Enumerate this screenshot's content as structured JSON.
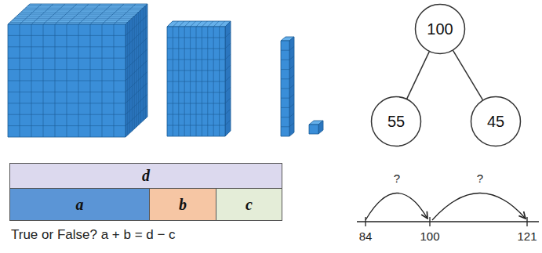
{
  "diagram": {
    "nodes": [
      {
        "text": [
          "100"
        ]
      },
      {
        "text": [
          "55"
        ]
      },
      {
        "text": [
          "45"
        ]
      },
      {
        "text": [
          "d"
        ]
      },
      {
        "text": [
          "a"
        ]
      },
      {
        "text": [
          "b"
        ]
      },
      {
        "text": [
          "c"
        ]
      }
    ],
    "edges": [
      {
        "from": 0,
        "to": 1,
        "arrow": "none"
      },
      {
        "from": 0,
        "to": 2,
        "arrow": "none"
      }
    ],
    "labels": [
      "True or False? a + b = d − c",
      "?",
      "?",
      "84",
      "100",
      "121"
    ]
  }
}
